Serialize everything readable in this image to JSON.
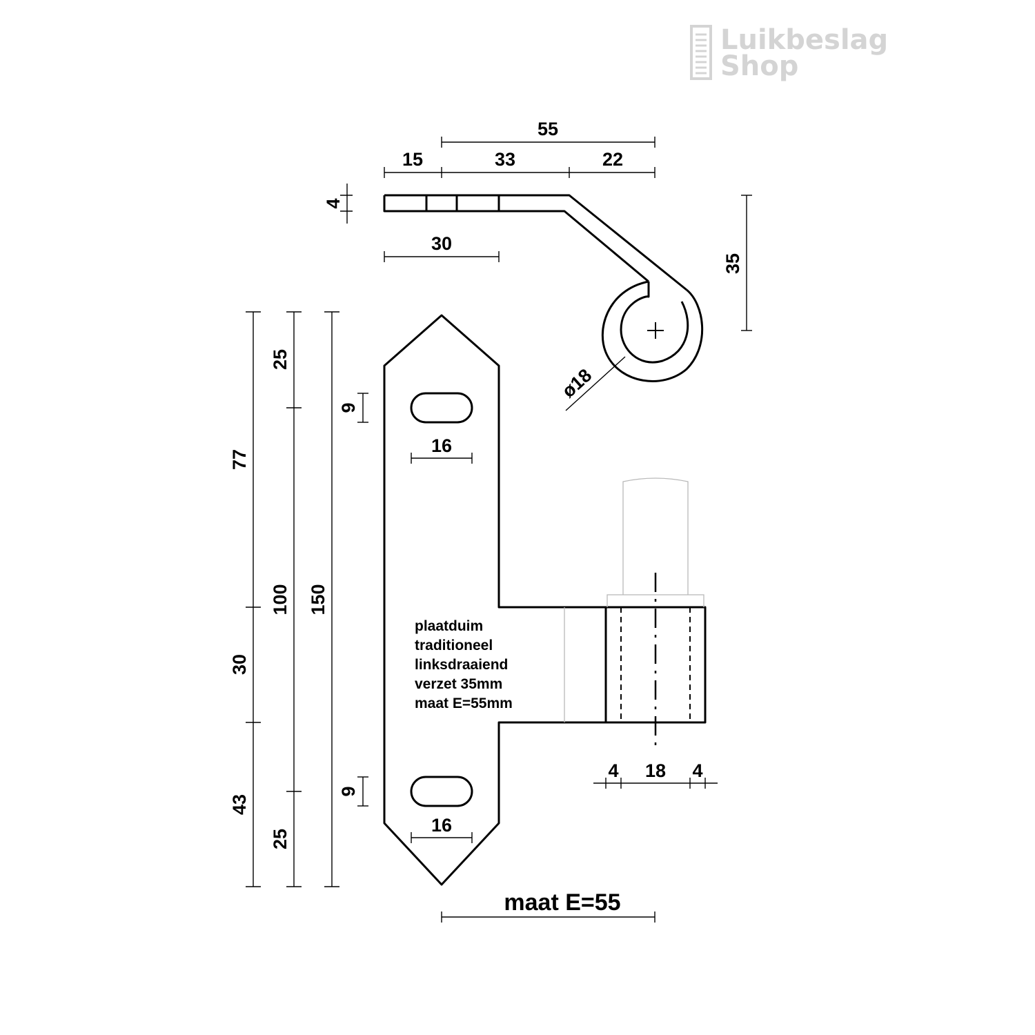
{
  "brand": {
    "line1": "Luikbeslag",
    "line2": "Shop"
  },
  "top_view": {
    "dim_total": "55",
    "dim_left": "15",
    "dim_middle": "33",
    "dim_right": "22",
    "dim_thickness": "4",
    "dim_flat": "30",
    "dim_offset": "35",
    "dim_diameter": "ø18"
  },
  "front_view": {
    "dim_upper": "77",
    "dim_lower": "43",
    "dim_knuckle": "30",
    "dim_top_hole": "25",
    "dim_hole_span": "100",
    "dim_bottom_hole": "25",
    "dim_height": "150",
    "slot_height_top": "9",
    "slot_height_bottom": "9",
    "slot_width_top": "16",
    "slot_width_bottom": "16",
    "pin_wall_left": "4",
    "pin_bore": "18",
    "pin_wall_right": "4"
  },
  "description": [
    "plaatduim",
    "traditioneel",
    "linksdraaiend",
    "verzet 35mm",
    "maat E=55mm"
  ],
  "maat_label": "maat E=55"
}
